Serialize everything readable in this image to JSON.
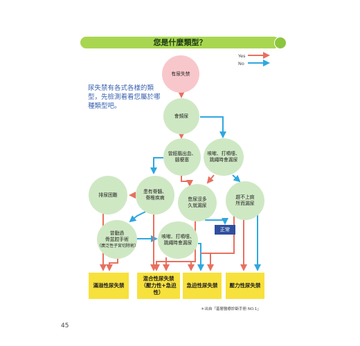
{
  "header": {
    "title": "您是什麼類型？"
  },
  "intro": {
    "text": "尿失禁有各式各樣的類型，先檢測看看您屬於哪種類型吧。"
  },
  "legend": {
    "yes": "Yes",
    "no": "No"
  },
  "nodes": {
    "start": "有尿失禁",
    "frequent": "會頻尿",
    "stroke_1": "曾經腦出血、",
    "stroke_2": "腦梗塞",
    "cough_top_1": "咳嗽、打噴嚏、",
    "cough_top_2": "跳繩時會漏尿",
    "spine_1": "患有脊髓、",
    "spine_2": "脊椎疾病",
    "retention": "排尿困難",
    "hold_1": "憋尿沒多",
    "hold_2": "久就漏尿",
    "cannot_1": "趕不上廁",
    "cannot_2": "所而漏尿",
    "surgery_1": "曾動過",
    "surgery_2": "骨盆腔手術",
    "surgery_3": "（廣泛性子宮切除術）",
    "cough_low_1": "咳嗽、打噴嚏、",
    "cough_low_2": "跳繩時會漏尿",
    "normal": "正常"
  },
  "results": {
    "overflow": "滿溢性尿失禁",
    "mixed_1": "混合性尿失禁",
    "mixed_2": "（壓力性+急迫性）",
    "urge": "急迫性尿失禁",
    "stress": "壓力性尿失禁"
  },
  "source": "＊出自「基層醫療診斷手冊 NO.1」",
  "page_number": "45",
  "colors": {
    "yes": "#e8705f",
    "no": "#2ea7e0",
    "node": "#cfe8c4",
    "start": "#f8c7cc",
    "result": "#f7e13c",
    "banner": "#a9d651"
  }
}
